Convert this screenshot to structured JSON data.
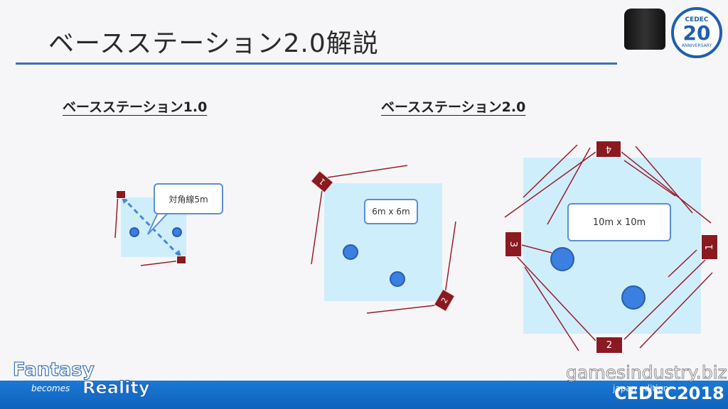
{
  "slide": {
    "title": "ベースステーション2.0解説",
    "left_heading": "ベースステーション1.0",
    "right_heading": "ベースステーション2.0"
  },
  "diagram_v1": {
    "callout": "対角線5m"
  },
  "diagram_v2_small": {
    "area_label": "6m x 6m",
    "stations": [
      "1",
      "2"
    ]
  },
  "diagram_v2_large": {
    "area_label": "10m x 10m",
    "stations": [
      "1",
      "2",
      "3",
      "4"
    ]
  },
  "footer": {
    "fantasy": "Fantasy",
    "becomes": "becomes",
    "reality": "Reality",
    "cedec": "CEDEC2018"
  },
  "logo": {
    "top": "CEDEC",
    "number": "20",
    "bottom": "ANNIVERSARY"
  },
  "watermark": {
    "site": "gamesindustry.biz",
    "region": "japan edition"
  },
  "colors": {
    "accent": "#3b6fb6",
    "area": "#cfeefb",
    "station": "#8a1a20",
    "line": "#9b1c2a"
  }
}
